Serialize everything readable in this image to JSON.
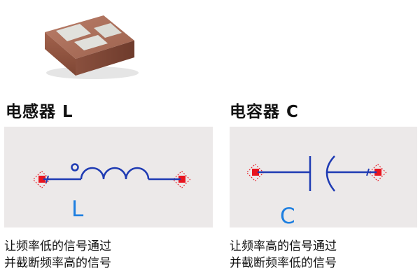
{
  "inductor": {
    "title": "电感器 L",
    "symbol_letter": "L",
    "desc_line1": "让频率低的信号通过",
    "desc_line2": "并截断频率高的信号"
  },
  "capacitor": {
    "title": "电容器 C",
    "symbol_letter": "C",
    "desc_line1": "让频率高的信号通过",
    "desc_line2": "并截断频率低的信号"
  },
  "colors": {
    "wire": "#1f3bb3",
    "letter": "#1e7fe0",
    "terminal": "#e8141e",
    "panel": "#ece9e9",
    "chip_body": "#a86a54",
    "chip_pad": "#dcdcd6"
  }
}
